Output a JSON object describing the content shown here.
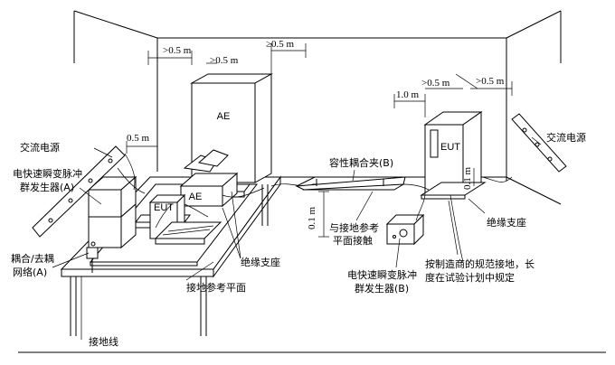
{
  "labels": {
    "ac_power_left": "交流电源",
    "eft_generator_a_1": "电快速瞬变脉冲",
    "eft_generator_a_2": "群发生器(A)",
    "cdn_a_1": "耦合/去耦",
    "cdn_a_2": "网络(A)",
    "insulating_support_mid": "绝缘支座",
    "ground_reference_plane": "接地参考平面",
    "ground_wire": "接地线",
    "capacitive_clamp_b": "容性耦合夹(B)",
    "contact_ground_plane_1": "与接地参考",
    "contact_ground_plane_2": "平面接触",
    "eft_generator_b_1": "电快速瞬变脉冲",
    "eft_generator_b_2": "群发生器(B)",
    "ground_spec_1": "按制造商的规范接地，长",
    "ground_spec_2": "度在试验计划中规定",
    "insulating_support_right": "绝缘支座",
    "ac_power_right": "交流电源"
  },
  "equipment": {
    "ae": "AE",
    "ae_table": "AE",
    "eut_left": "EUT",
    "eut_right": "EUT"
  },
  "dimensions": {
    "gt05_a": ">0.5 m",
    "gt05_b": ">0.5 m",
    "ge05": "≥0.5 m",
    "d05_left": "0.5 m",
    "d01_clamp": "0.1 m",
    "d10": "1.0 m",
    "gt05_c": ">0.5 m",
    "gt05_d": ">0.5 m",
    "d01_eut": "0.1 m"
  }
}
